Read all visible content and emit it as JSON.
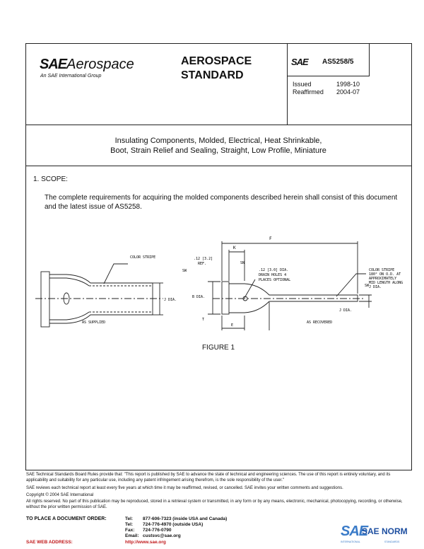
{
  "header": {
    "logo_sae": "SAE",
    "logo_aero": "Aerospace",
    "logo_tagline": "An SAE International Group",
    "title_line1": "AEROSPACE",
    "title_line2": "STANDARD",
    "mark": "SAE",
    "doc_number": "AS5258/5",
    "issued_label": "Issued",
    "issued_value": "1998-10",
    "reaffirmed_label": "Reaffirmed",
    "reaffirmed_value": "2004-07"
  },
  "title": {
    "line1": "Insulating Components, Molded, Electrical, Heat Shrinkable,",
    "line2": "Boot, Strain Relief and Sealing, Straight, Low Profile, Miniature"
  },
  "scope": {
    "heading": "1.  SCOPE:",
    "body": "The complete requirements for acquiring the molded components described herein shall consist of this document and the latest issue of AS5258."
  },
  "figure": {
    "caption": "FIGURE 1",
    "left": {
      "color_stripe": "COLOR STRIPE",
      "j_dia": "J DIA.",
      "as_supplied": "AS SUPPLIED"
    },
    "right": {
      "f": "F",
      "k": "K",
      "dim_12a": ".12 [3.2]",
      "ref": "REF.",
      "sw_left": "SW",
      "sn": "SN",
      "dim_12b": ".12 [3.0] DIA.",
      "drain1": "DRAIN HOLES 4",
      "drain2": "PLACES OPTIONAL",
      "b_dia": "B DIA.",
      "t": "T",
      "e": "E",
      "sw_right": "SW",
      "stripe1": "COLOR STRIPE",
      "stripe2": "180° ON O.D. AT",
      "stripe3": "APPROXIMATELY",
      "stripe4": "MID LENGTH ALONG",
      "stripe5": "J DIA.",
      "j_dia": "J DIA.",
      "as_recovered": "AS RECOVERED"
    }
  },
  "footer": {
    "p1": "SAE Technical Standards Board Rules provide that: \"This report is published by SAE to advance the state of technical and engineering sciences. The use of this report is entirely voluntary, and its applicability and suitability for any particular use, including any patent infringement arising therefrom, is the sole responsibility of the user.\"",
    "p2": "SAE reviews each technical report at least every five years at which time it may be reaffirmed, revised, or cancelled. SAE invites your written comments and suggestions.",
    "p3": "Copyright © 2004 SAE International",
    "p4": "All rights reserved. No part of this publication may be reproduced, stored in a retrieval system or transmitted, in any form or by any means, electronic, mechanical, photocopying, recording, or otherwise, without the prior written permission of SAE.",
    "order_label": "TO PLACE A DOCUMENT ORDER:",
    "tel_label": "Tel:",
    "tel1": "877-606-7323 (inside USA and Canada)",
    "tel2_label": "Tel:",
    "tel2": "724-776-4970 (outside USA)",
    "fax_label": "Fax:",
    "fax": "724-776-0790",
    "email_label": "Email:",
    "email": "custsvc@sae.org",
    "web_label": "SAE WEB ADDRESS:",
    "web": "http://www.sae.org",
    "norm_logo_mark": "SAE",
    "norm_logo_text": "SAE NORM",
    "norm_logo_sub1": "INTERNATIONAL",
    "norm_logo_sub2": "STANDARDS"
  },
  "colors": {
    "link_red": "#c0181a",
    "norm_blue": "#3a7bc8"
  }
}
